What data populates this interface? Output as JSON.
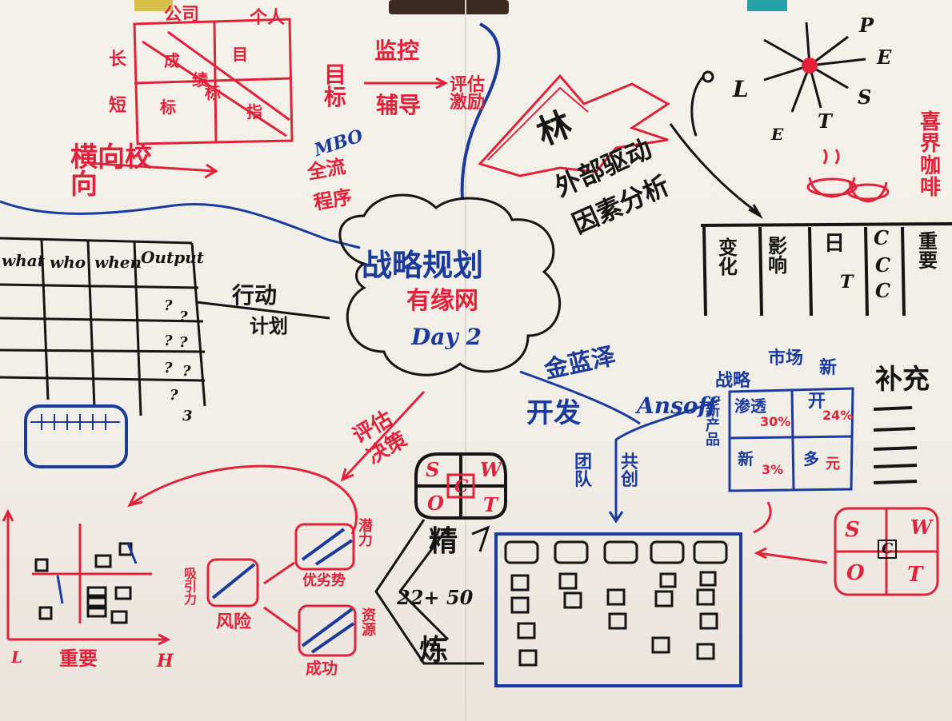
{
  "center": {
    "line1": "战略规划",
    "line2": "有缘网",
    "line3": "Day 2"
  },
  "top_left": {
    "matrix_top": [
      "公司",
      "个人"
    ],
    "matrix_left": [
      "长",
      "短"
    ],
    "cells": [
      "成",
      "绩",
      "目",
      "标",
      "指",
      "标"
    ],
    "vertical_side": "横向校向"
  },
  "mbo": {
    "label": "MBO",
    "sub1": "全流",
    "sub2": "程序"
  },
  "goal_flow": {
    "goal": "目标",
    "monitor": "监控",
    "assist": "辅导",
    "evaluate": "评估激励"
  },
  "right_top": {
    "lightning": "林",
    "driver": "外部驱动",
    "factor": "因素分析",
    "pest_letters": [
      "P",
      "E",
      "S",
      "T",
      "E",
      "L"
    ],
    "coffee": "喜界咖啡",
    "table_cols": [
      "变化",
      "影响",
      "日",
      "T",
      "C",
      "C",
      "C",
      "重要"
    ]
  },
  "action_plan": {
    "headers": [
      "what",
      "who",
      "when",
      "Output"
    ],
    "label1": "行动",
    "label2": "计划",
    "marks": [
      "?",
      "?",
      "?",
      "?",
      "?",
      "?",
      "?",
      "3"
    ]
  },
  "swot": {
    "letters": [
      "S",
      "W",
      "O",
      "T",
      "C"
    ],
    "jing": "精",
    "lian": "炼",
    "range": "22+ 50"
  },
  "evaluation": {
    "label1": "评估",
    "label2": "决策"
  },
  "risk": {
    "label1": "风险",
    "label2": "吸引力",
    "label3": "优劣势",
    "label4": "潜力",
    "label5": "资源",
    "label6": "成功"
  },
  "bottom_left": {
    "xlabel": "重要",
    "x_left": "L",
    "x_right": "H"
  },
  "ansoff": {
    "label": "Ansoff",
    "sub": "战略",
    "team": "团队",
    "coop": "共创",
    "top_labels": [
      "市场",
      "新"
    ],
    "cells": [
      "渗透",
      "30%",
      "开",
      "24%",
      "新",
      "3%",
      "多",
      "元"
    ],
    "side": "新产品"
  },
  "supplement": {
    "label": "补充"
  },
  "swot_right": {
    "letters": [
      "S",
      "W",
      "O",
      "T",
      "C"
    ]
  },
  "strategy": {
    "label": "金蓝泽",
    "sub": "开发"
  },
  "colors": {
    "red": "#e0233a",
    "blue": "#1b3b9c",
    "black": "#151515",
    "paper": "#f3efe9"
  }
}
